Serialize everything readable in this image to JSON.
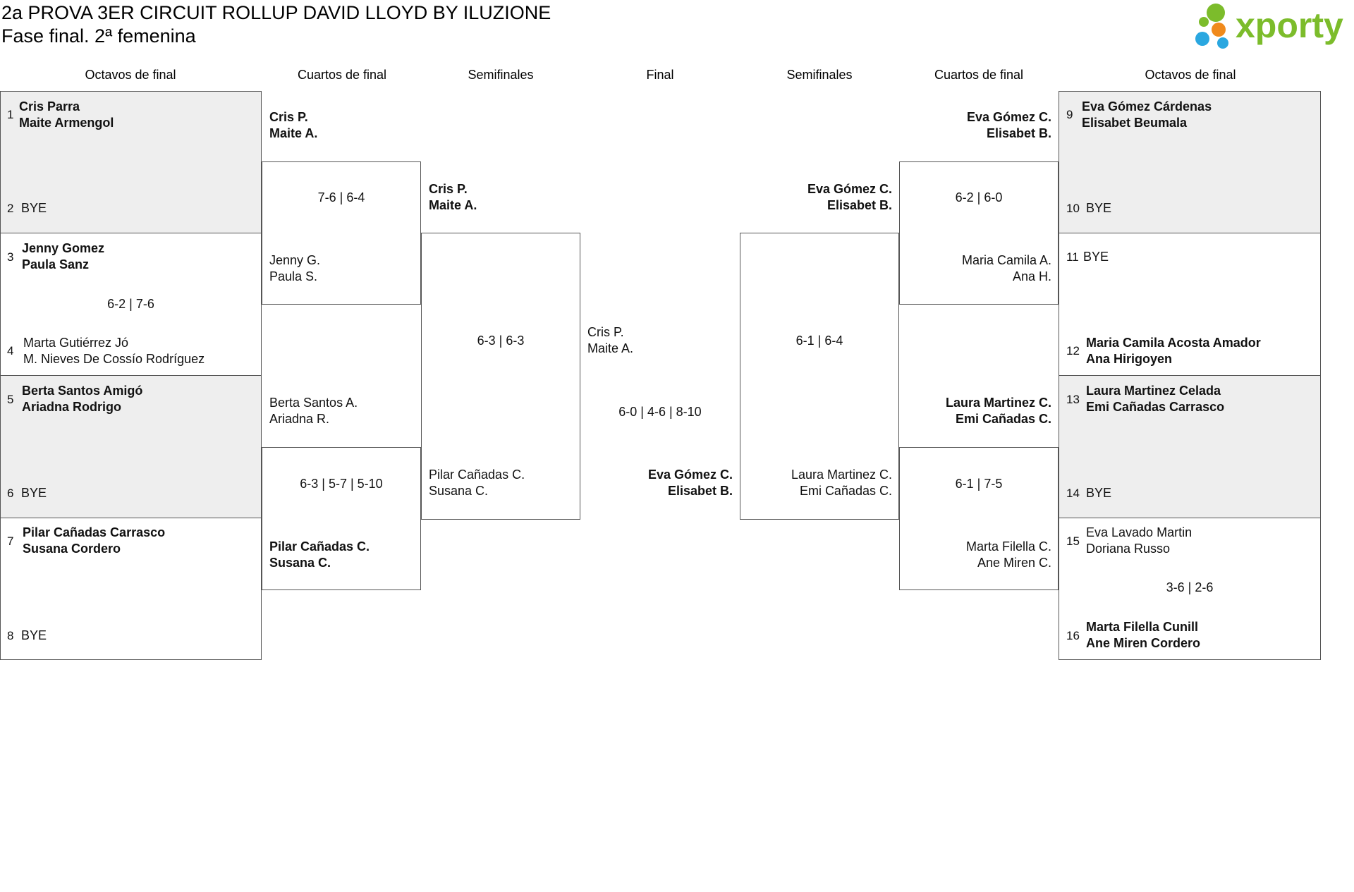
{
  "header": {
    "title": "2a PROVA 3ER CIRCUIT ROLLUP DAVID LLOYD BY ILUZIONE",
    "subtitle": "Fase final. 2ª femenina"
  },
  "logo": {
    "text": "xporty",
    "green": "#7cbc2b",
    "blue": "#2aa7e0",
    "orange": "#f08a1c"
  },
  "columns": {
    "left_r16": "Octavos de final",
    "left_qf": "Cuartos de final",
    "left_sf": "Semifinales",
    "final": "Final",
    "right_sf": "Semifinales",
    "right_qf": "Cuartos de final",
    "right_r16": "Octavos de final"
  },
  "r16_left": [
    {
      "seed_a": "1",
      "a1": "Cris Parra",
      "a2": "Maite Armengol",
      "seed_b": "2",
      "b1": "BYE",
      "b2": "",
      "score": ""
    },
    {
      "seed_a": "3",
      "a1": "Jenny Gomez",
      "a2": "Paula Sanz",
      "seed_b": "4",
      "b1": "Marta Gutiérrez Jó",
      "b2": "M. Nieves De Cossío Rodríguez",
      "score": "6-2 | 7-6"
    },
    {
      "seed_a": "5",
      "a1": "Berta Santos Amigó",
      "a2": "Ariadna Rodrigo",
      "seed_b": "6",
      "b1": "BYE",
      "b2": "",
      "score": ""
    },
    {
      "seed_a": "7",
      "a1": "Pilar Cañadas Carrasco",
      "a2": "Susana Cordero",
      "seed_b": "8",
      "b1": "BYE",
      "b2": "",
      "score": ""
    }
  ],
  "r16_right": [
    {
      "seed_a": "9",
      "a1": "Eva Gómez Cárdenas",
      "a2": "Elisabet Beumala",
      "seed_b": "10",
      "b1": "BYE",
      "b2": "",
      "score": ""
    },
    {
      "seed_a": "11",
      "a1": "BYE",
      "a2": "",
      "seed_b": "12",
      "b1": "Maria Camila Acosta Amador",
      "b2": "Ana Hirigoyen",
      "score": ""
    },
    {
      "seed_a": "13",
      "a1": "Laura Martinez Celada",
      "a2": "Emi Cañadas Carrasco",
      "seed_b": "14",
      "b1": "BYE",
      "b2": "",
      "score": ""
    },
    {
      "seed_a": "15",
      "a1": "Eva Lavado Martin",
      "a2": "Doriana Russo",
      "seed_b": "16",
      "b1": "Marta Filella Cunill",
      "b2": "Ane Miren Cordero",
      "score": "3-6 | 2-6"
    }
  ],
  "qf_left": [
    {
      "a1": "Cris P.",
      "a2": "Maite A.",
      "b1": "Jenny G.",
      "b2": "Paula S.",
      "score": "7-6 | 6-4"
    },
    {
      "a1": "Berta Santos A.",
      "a2": "Ariadna R.",
      "b1": "Pilar Cañadas C.",
      "b2": "Susana C.",
      "score": "6-3 | 5-7 | 5-10"
    }
  ],
  "qf_right": [
    {
      "a1": "Eva Gómez C.",
      "a2": "Elisabet B.",
      "b1": "Maria Camila A.",
      "b2": "Ana H.",
      "score": "6-2 | 6-0"
    },
    {
      "a1": "Laura Martinez C.",
      "a2": "Emi Cañadas C.",
      "b1": "Marta Filella C.",
      "b2": "Ane Miren C.",
      "score": "6-1 | 7-5"
    }
  ],
  "sf_left": {
    "a1": "Cris P.",
    "a2": "Maite A.",
    "b1": "Pilar Cañadas C.",
    "b2": "Susana C.",
    "score": "6-3 | 6-3"
  },
  "sf_right": {
    "a1": "Eva Gómez C.",
    "a2": "Elisabet B.",
    "b1": "Laura Martinez C.",
    "b2": "Emi Cañadas C.",
    "score": "6-1 | 6-4"
  },
  "final": {
    "a1": "Cris P.",
    "a2": "Maite A.",
    "b1": "Eva Gómez C.",
    "b2": "Elisabet B.",
    "score": "6-0 | 4-6 | 8-10"
  }
}
